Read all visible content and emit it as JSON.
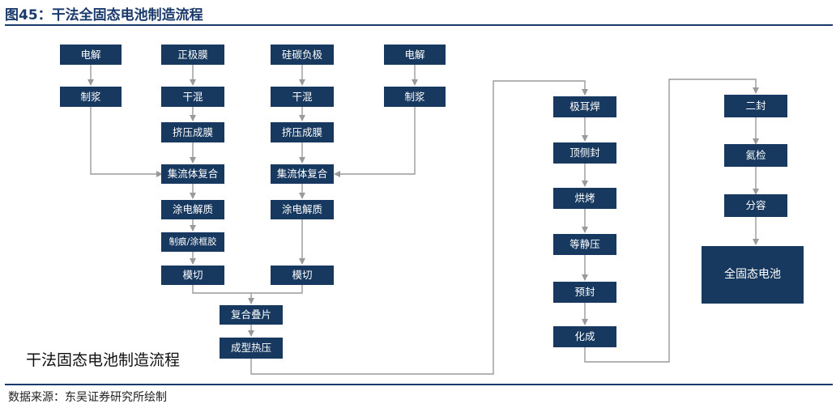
{
  "figure_title": "图45：干法全固态电池制造流程",
  "caption": "干法固态电池制造流程",
  "source": "数据来源：东吴证券研究所绘制",
  "nodes": {
    "col1_electrolysis": "电解",
    "col1_slurry": "制浆",
    "col2_cathode": "正极膜",
    "col2_mix": "干混",
    "col2_extrude": "挤压成膜",
    "col2_collect": "集流体复合",
    "col2_coat": "涂电解质",
    "col2_frame": "制痕/涂框胶",
    "col2_die_cut": "模切",
    "col3_anode": "硅碳负极",
    "col3_mix": "干混",
    "col3_extrude": "挤压成膜",
    "col3_collect": "集流体复合",
    "col3_coat": "涂电解质",
    "col3_die_cut": "模切",
    "col4_electrolysis": "电解",
    "col4_slurry": "制浆",
    "stack": "复合叠片",
    "hot_press": "成型热压",
    "tab_weld": "极耳焊",
    "top_side_seal": "顶侧封",
    "bake": "烘烤",
    "isostatic": "等静压",
    "pre_seal": "预封",
    "formation": "化成",
    "second_seal": "二封",
    "helium_check": "氦检",
    "grading": "分容",
    "final": "全固态电池"
  }
}
